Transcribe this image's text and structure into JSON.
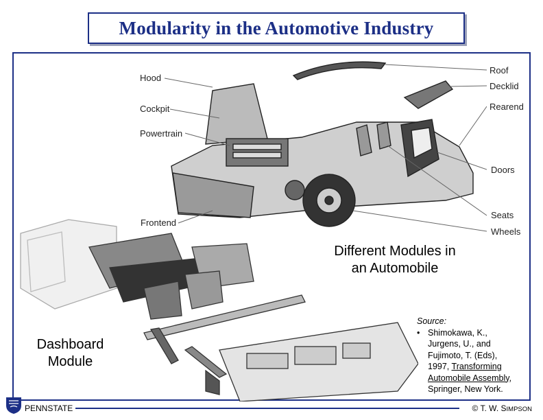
{
  "title": "Modularity in the Automotive Industry",
  "car_labels": {
    "hood": "Hood",
    "cockpit": "Cockpit",
    "powertrain": "Powertrain",
    "frontend": "Frontend",
    "roof": "Roof",
    "decklid": "Decklid",
    "rearend": "Rearend",
    "doors": "Doors",
    "seats": "Seats",
    "wheels": "Wheels"
  },
  "caption_modules_line1": "Different Modules in",
  "caption_modules_line2": "an Automobile",
  "caption_dashboard_line1": "Dashboard",
  "caption_dashboard_line2": "Module",
  "source": {
    "heading": "Source:",
    "bullet": "•",
    "line1": "Shimokawa, K.,",
    "line2": "Jurgens, U., and",
    "line3": "Fujimoto, T. (Eds),",
    "line4_prefix": "1997, ",
    "line4_underlined": "Transforming",
    "line5_underlined": "Automobile Assembly",
    "line5_suffix": ",",
    "line6": "Springer, New York."
  },
  "footer": {
    "brand_prefix": "PENN",
    "brand_suffix": "STATE",
    "copyright_symbol": "©",
    "author_initials": "T. W. S",
    "author_rest": "IMPSON"
  },
  "colors": {
    "accent": "#1c2f86",
    "shadow": "#9aa0b8"
  }
}
